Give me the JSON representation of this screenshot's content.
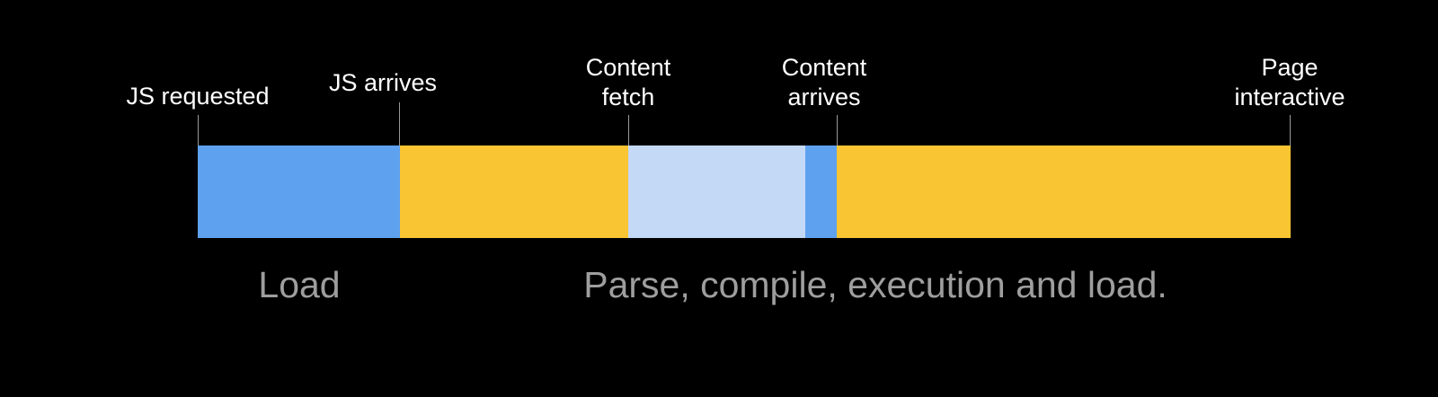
{
  "colors": {
    "background": "#000000",
    "load_blue": "#5ea1ef",
    "execute_yellow": "#fac532",
    "fetch_light_blue": "#c4d9f6",
    "label_white": "#ffffff",
    "phase_gray": "#9e9e9e"
  },
  "milestones": [
    {
      "line1": "JS requested",
      "line2": ""
    },
    {
      "line1": "JS arrives",
      "line2": ""
    },
    {
      "line1": "Content",
      "line2": "fetch"
    },
    {
      "line1": "Content",
      "line2": "arrives"
    },
    {
      "line1": "Page",
      "line2": "interactive"
    }
  ],
  "phases": {
    "load": "Load",
    "execute": "Parse, compile, execution and load."
  }
}
